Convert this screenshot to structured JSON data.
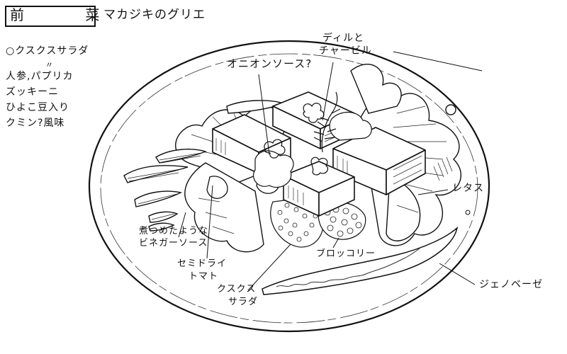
{
  "header": {
    "course": "前 菜",
    "dish_name": "マカジキのグリエ"
  },
  "notes": [
    "○クスクスサラダ",
    "〃",
    "人参,パプリカ",
    "ズッキーニ",
    "ひよこ豆入り",
    "クミン?風味"
  ],
  "labels": {
    "onion_sauce": "オニオンソース?",
    "dill_chervil_1": "ディルと",
    "dill_chervil_2": "チャービル",
    "lettuce": "レタス",
    "vinegar_1": "煮つめたような",
    "vinegar_2": "ビネガーソース",
    "tomato_1": "セミドライ",
    "tomato_2": "トマト",
    "couscous_1": "クスクス",
    "couscous_2": "サラダ",
    "broccoli": "ブロッコリー",
    "genovese": "ジェノベーゼ"
  }
}
